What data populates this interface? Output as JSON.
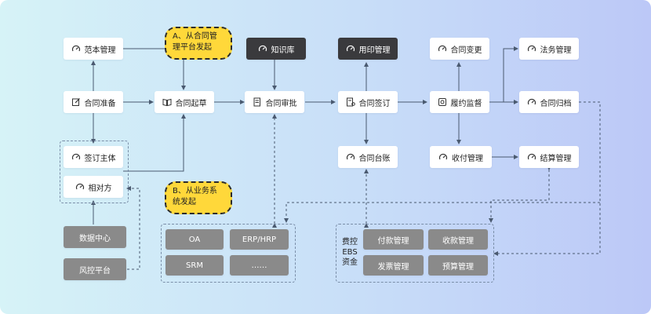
{
  "nodes": {
    "template_mgmt": "范本管理",
    "contract_prep": "合同准备",
    "sign_subject": "签订主体",
    "counterparty": "相对方",
    "data_center": "数据中心",
    "risk_platform": "风控平台",
    "contract_draft": "合同起草",
    "knowledge_base": "知识库",
    "contract_approval": "合同审批",
    "seal_mgmt": "用印管理",
    "contract_sign": "合同签订",
    "contract_ledger": "合同台账",
    "contract_change": "合同变更",
    "performance_monitor": "履约监督",
    "payment_mgmt": "收付管理",
    "legal_mgmt": "法务管理",
    "contract_archive": "合同归档",
    "settlement_mgmt": "结算管理"
  },
  "notes": {
    "note_a": "A、从合同管理平台发起",
    "note_b": "B、从业务系统发起"
  },
  "systems": [
    "OA",
    "ERP/HRP",
    "SRM",
    "……"
  ],
  "finance": {
    "label": "费控 EBS 资金",
    "items": [
      "付款管理",
      "收款管理",
      "发票管理",
      "预算管理"
    ]
  },
  "colors": {
    "arrow": "#4a5a70",
    "note_fill": "#ffd83a",
    "dark_node": "#3a3a3d",
    "gray_node": "#8a8a8a"
  }
}
